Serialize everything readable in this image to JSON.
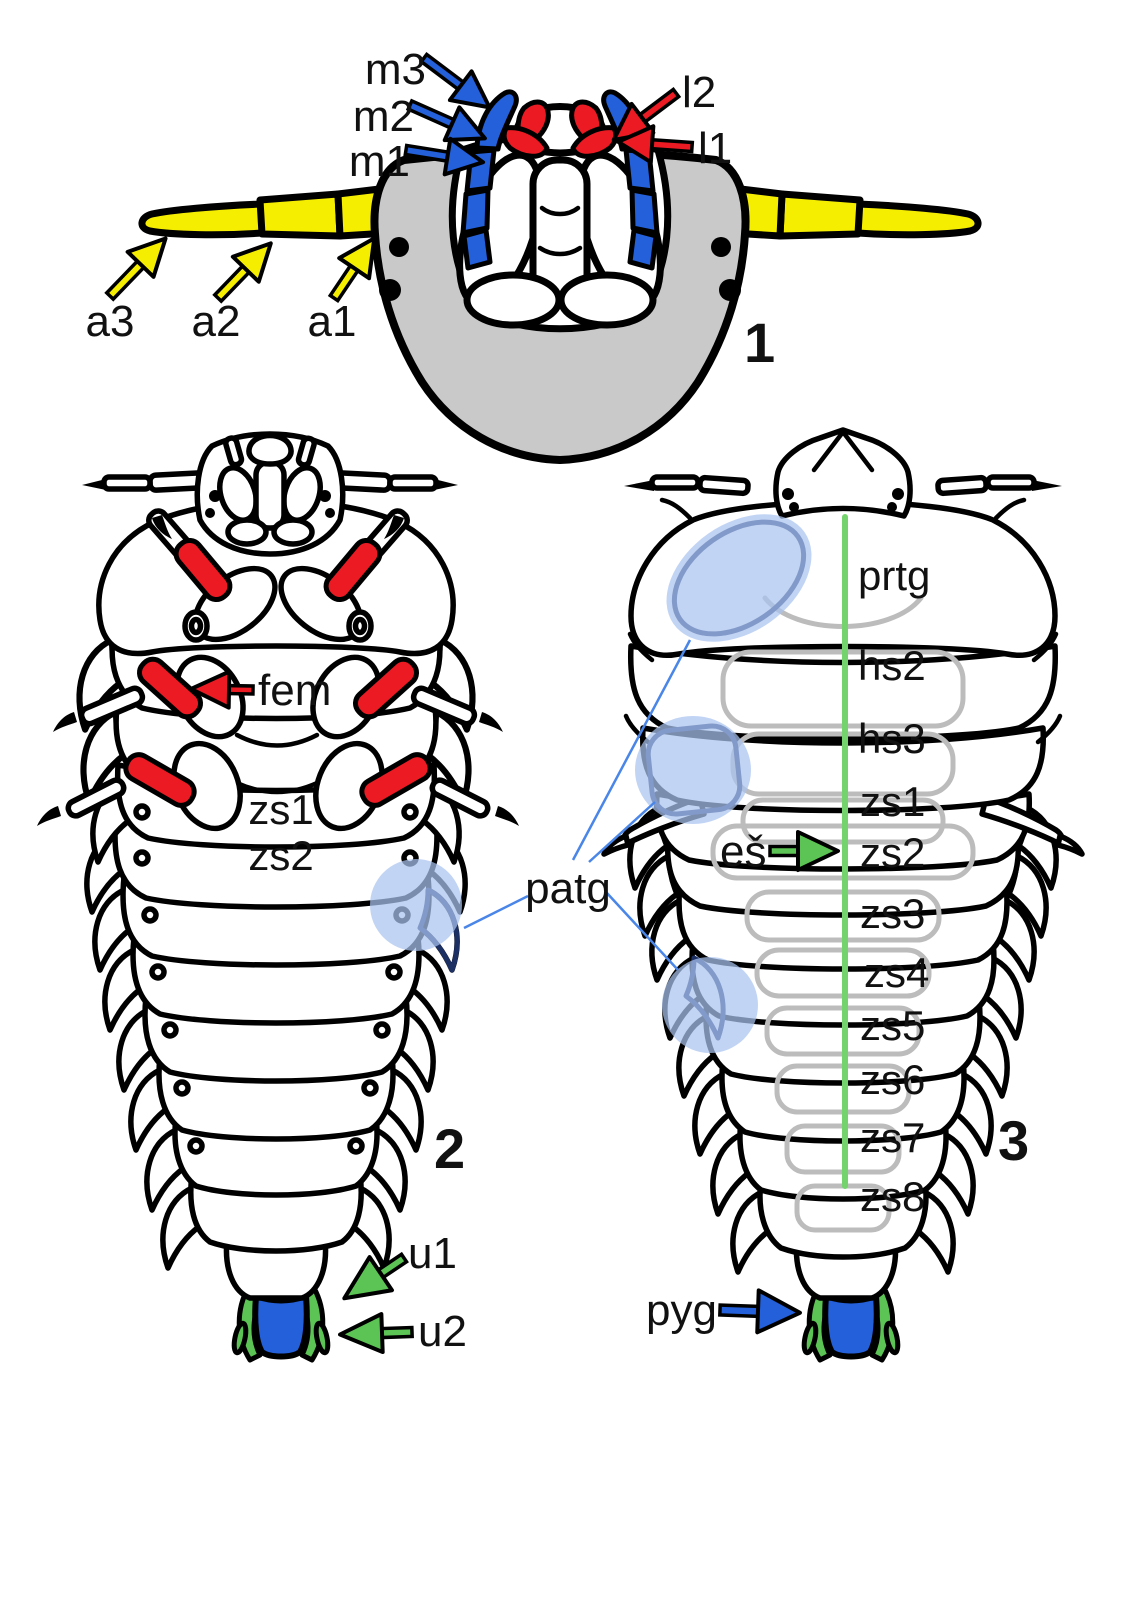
{
  "figure1": {
    "number": "1",
    "description_role": "larval head, ventral view",
    "maxilla_labels": [
      "m3",
      "m2",
      "m1"
    ],
    "labium_labels": [
      "l2",
      "l1"
    ],
    "antenna_labels": [
      "a3",
      "a2",
      "a1"
    ]
  },
  "figure2": {
    "number": "2",
    "description_role": "larva, ventral view",
    "femur_label": "fem",
    "segment_labels": [
      "zs1",
      "zs2"
    ],
    "urogomphus_labels": [
      "u1",
      "u2"
    ]
  },
  "figure3": {
    "number": "3",
    "description_role": "larva, dorsal view",
    "segment_labels": [
      "prtg",
      "hs2",
      "hs3",
      "zs1",
      "zs2",
      "zs3",
      "zs4",
      "zs5",
      "zs6",
      "zs7",
      "zs8"
    ],
    "eversible_sac_label": "eš",
    "pygidium_label": "pyg"
  },
  "paratergite_label": "patg",
  "colors": {
    "antenna_yellow": "#f6ee00",
    "head_capsule_gray": "#c9c9c9",
    "maxilla_blue": "#2360da",
    "labium_red": "#ec1b23",
    "urogomphus_green": "#5cc454",
    "midline_green": "#74d36c",
    "pygidium_blue": "#2360da",
    "highlight_light_blue": "#aac4f0",
    "connector_line_blue": "#4a86e8"
  }
}
